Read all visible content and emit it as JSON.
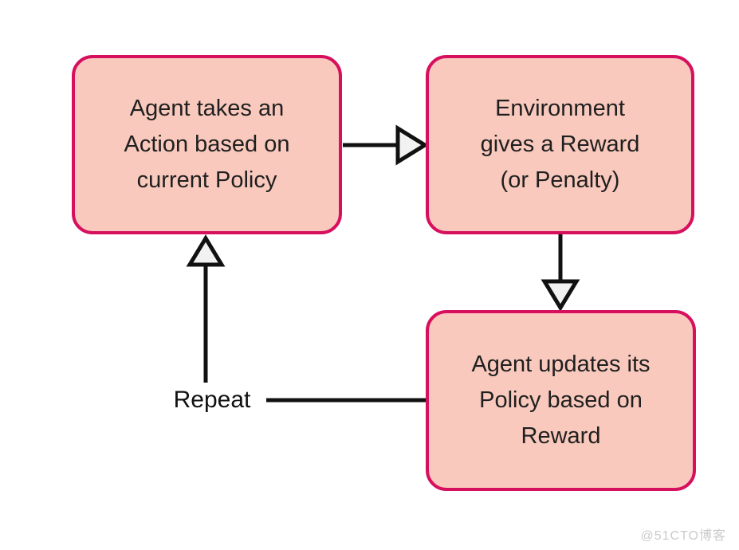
{
  "diagram": {
    "title_implicit": "Reinforcement learning loop",
    "nodes": [
      {
        "id": "agent-action",
        "label": "Agent takes an\nAction based on\ncurrent Policy"
      },
      {
        "id": "environment-reward",
        "label": "Environment\ngives a Reward\n(or Penalty)"
      },
      {
        "id": "agent-update",
        "label": "Agent updates its\nPolicy based on\nReward"
      }
    ],
    "edges": [
      {
        "from": "agent-action",
        "to": "environment-reward",
        "style": "hollow-arrow",
        "direction": "right"
      },
      {
        "from": "environment-reward",
        "to": "agent-update",
        "style": "hollow-arrow",
        "direction": "down"
      },
      {
        "from": "repeat",
        "to": "agent-action",
        "style": "hollow-arrow",
        "direction": "up"
      },
      {
        "from": "agent-update",
        "to": "repeat",
        "style": "plain-line",
        "direction": "left"
      }
    ],
    "repeat_label": "Repeat",
    "colors": {
      "node_fill": "#f9c9bd",
      "node_border": "#d6105e",
      "connector": "#111111",
      "arrowhead_fill": "#f2f2f2",
      "text": "#1f1f1f",
      "background": "#ffffff",
      "watermark": "#cbcbcb"
    }
  },
  "watermark": {
    "text": "@51CTO博客"
  }
}
